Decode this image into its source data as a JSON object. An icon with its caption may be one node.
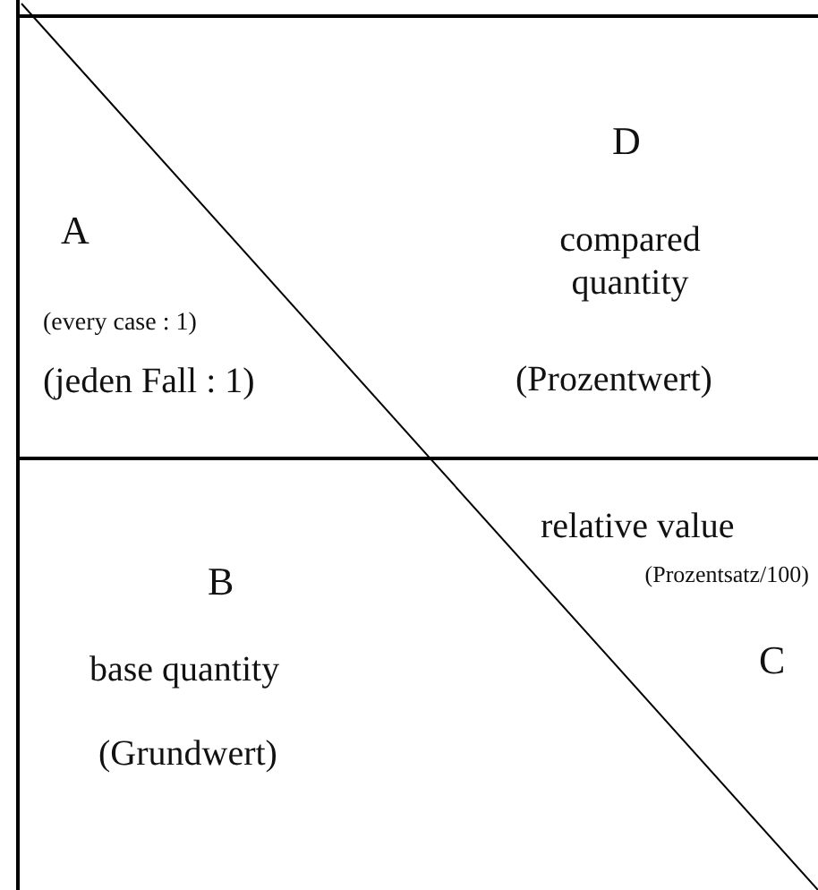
{
  "diagram": {
    "labels": [
      "D",
      "compared quantity",
      "(Prozentwert)",
      "A",
      "(every case : 1)",
      "(jeden Fall : 1)",
      "relative value",
      "(Prozentsatz/100)",
      "B",
      "base quantity",
      "(Grundwert)",
      "C"
    ]
  }
}
